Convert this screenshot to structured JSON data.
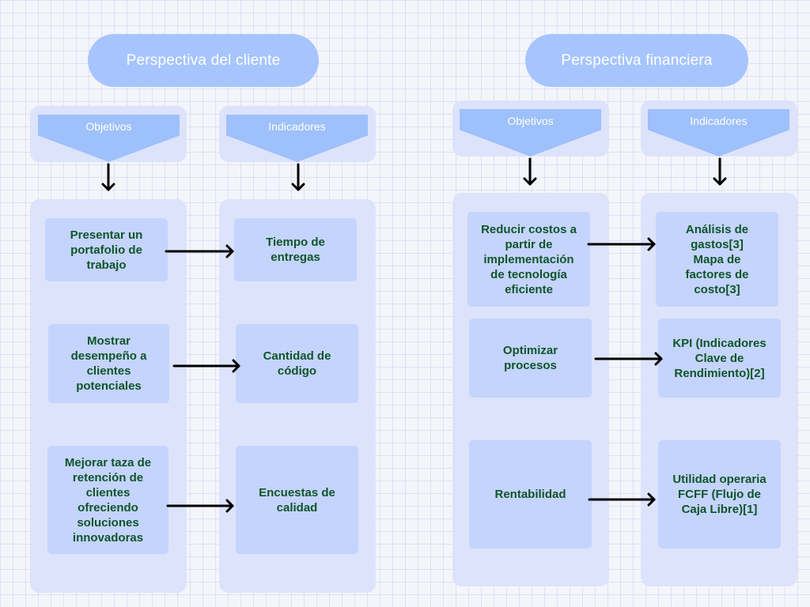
{
  "left": {
    "title": "Perspectiva del cliente",
    "objetivos_label": "Objetivos",
    "indicadores_label": "Indicadores",
    "objetivos": [
      "Presentar un\nportafolio de\ntrabajo",
      "Mostrar\ndesempeño a\nclientes\npotenciales",
      "Mejorar taza de\nretención de\nclientes\nofreciendo\nsoluciones\ninnovadoras"
    ],
    "indicadores": [
      "Tiempo de\nentregas",
      "Cantidad de\ncódigo",
      "Encuestas de\ncalidad"
    ]
  },
  "right": {
    "title": "Perspectiva financiera",
    "objetivos_label": "Objetivos",
    "indicadores_label": "Indicadores",
    "objetivos": [
      "Reducir costos a\npartir de\nimplementación\nde tecnología\neficiente",
      "Optimizar\nprocesos",
      "Rentabilidad"
    ],
    "indicadores": [
      "Análisis de\ngastos[3]\nMapa de\nfactores de\ncosto[3]",
      "KPI (Indicadores\nClave de\nRendimiento)[2]",
      "Utilidad operaria\nFCFF (Flujo de\nCaja Libre)[1]"
    ]
  },
  "colors": {
    "pill": "#a6c5ff",
    "panel": "#dde3fb",
    "box": "#c4d4fd",
    "box_text": "#10542a",
    "arrow": "#000000"
  }
}
